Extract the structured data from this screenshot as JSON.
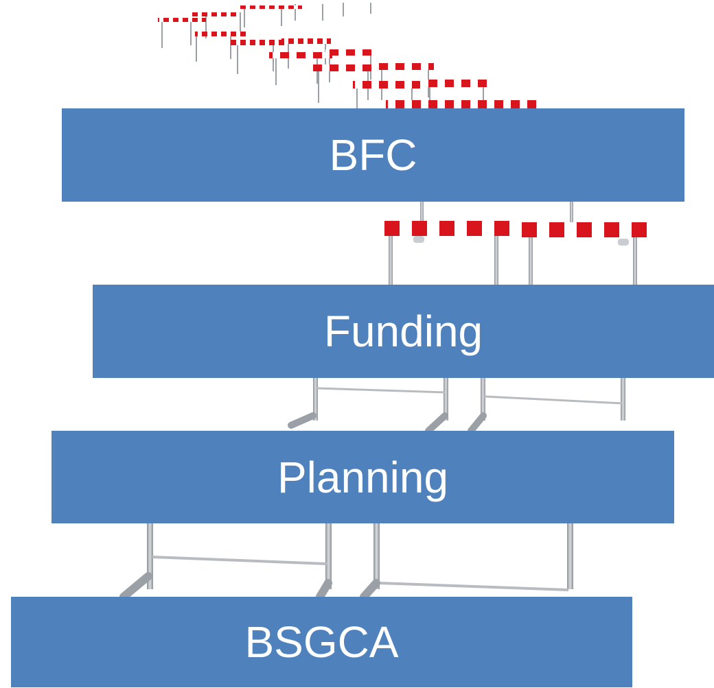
{
  "labels": {
    "bfc": "BFC",
    "funding": "Funding",
    "planning": "Planning",
    "bsgca": "BSGCA"
  },
  "colors": {
    "box_fill": "#4f81bd",
    "box_text": "#ffffff",
    "hurdle_red": "#d8141c",
    "hurdle_white": "#ffffff",
    "hurdle_metal": "#a8acb0"
  },
  "illustration": {
    "subject": "rows of red-and-white striped track hurdles receding into the distance"
  }
}
